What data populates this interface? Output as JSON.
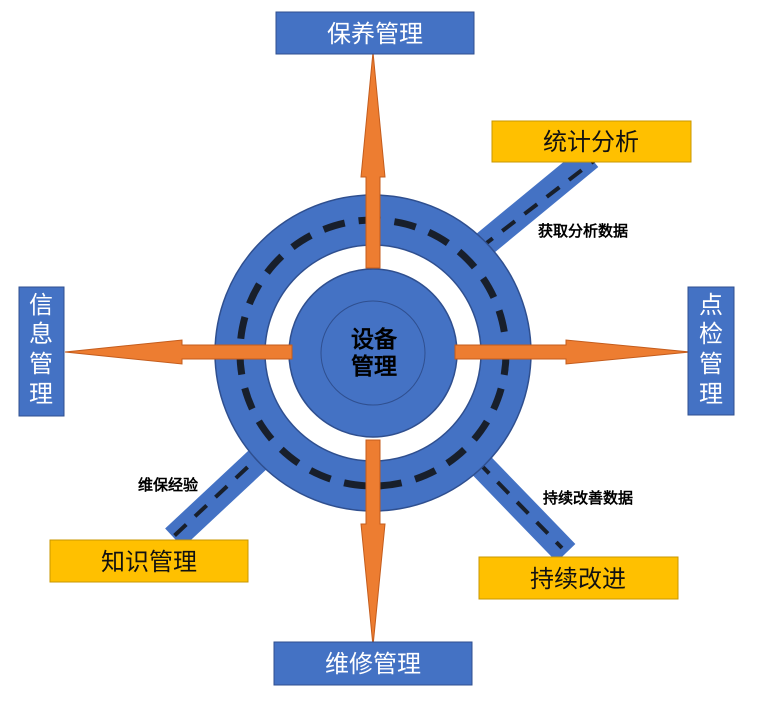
{
  "diagram": {
    "center": {
      "line1": "设备",
      "line2": "管理"
    },
    "nodes": {
      "maintenance": "保养管理",
      "statistics": "统计分析",
      "inspection": [
        "点",
        "检",
        "管",
        "理"
      ],
      "info": [
        "信",
        "息",
        "管",
        "理"
      ],
      "knowledge": "知识管理",
      "improvement": "持续改进",
      "repair": "维修管理"
    },
    "edges": {
      "stats_label": "获取分析数据",
      "knowledge_label": "维保经验",
      "improvement_label": "持续改善数据"
    },
    "colors": {
      "blue": "#4472c4",
      "blue_edge": "#2f4f8f",
      "gold": "#ffc000",
      "orange": "#ed7d31"
    }
  }
}
